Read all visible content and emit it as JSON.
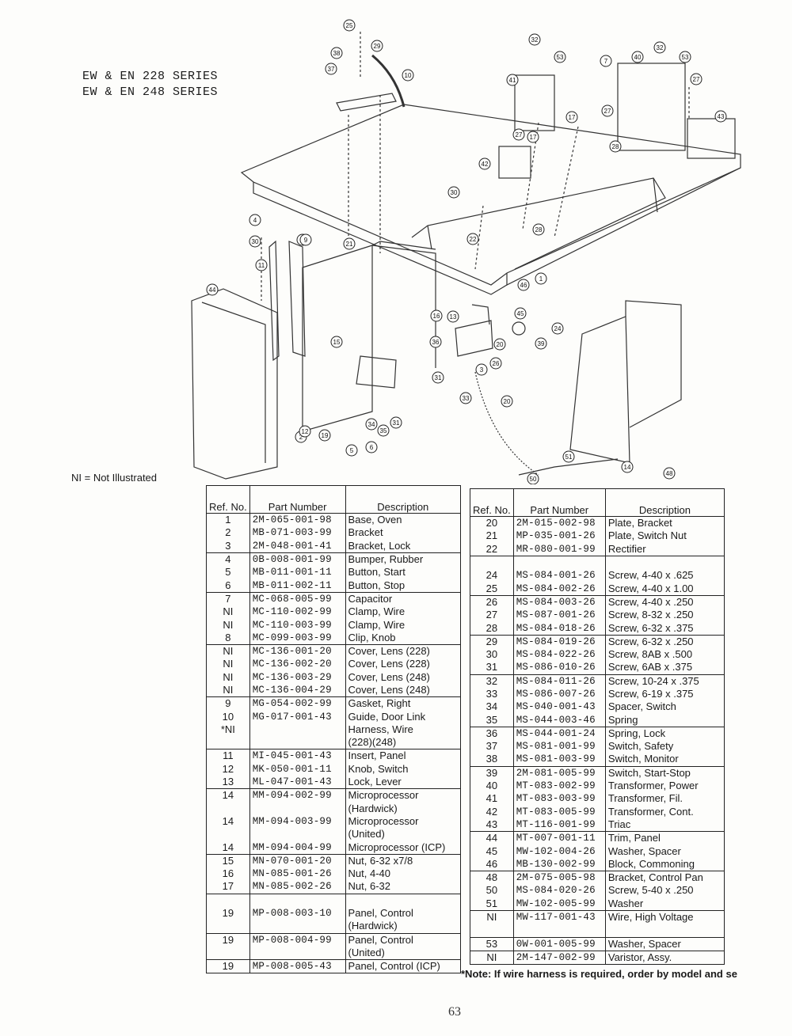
{
  "header": {
    "series_line_1": "EW & EN 228 SERIES",
    "series_line_2": "EW & EN 248 SERIES"
  },
  "ni_note": "NI = Not Illustrated",
  "table_headers": {
    "ref": "Ref. No.",
    "part_number": "Part Number",
    "description": "Description"
  },
  "callouts": [
    "1",
    "2",
    "3",
    "4",
    "5",
    "6",
    "7",
    "8",
    "9",
    "10",
    "11",
    "12",
    "13",
    "14",
    "15",
    "16",
    "17",
    "19",
    "20",
    "21",
    "22",
    "24",
    "25",
    "26",
    "27",
    "28",
    "29",
    "30",
    "31",
    "32",
    "33",
    "34",
    "35",
    "36",
    "37",
    "38",
    "39",
    "40",
    "41",
    "42",
    "43",
    "44",
    "45",
    "46",
    "48",
    "50",
    "51",
    "53"
  ],
  "parts_left": [
    {
      "ref": "1",
      "pn": "2M-065-001-98",
      "desc": "Base, Oven",
      "grp": true
    },
    {
      "ref": "2",
      "pn": "MB-071-003-99",
      "desc": "Bracket"
    },
    {
      "ref": "3",
      "pn": "2M-048-001-41",
      "desc": "Bracket, Lock"
    },
    {
      "ref": "4",
      "pn": "0B-008-001-99",
      "desc": "Bumper, Rubber",
      "grp": true
    },
    {
      "ref": "5",
      "pn": "MB-011-001-11",
      "desc": "Button, Start"
    },
    {
      "ref": "6",
      "pn": "MB-011-002-11",
      "desc": "Button, Stop"
    },
    {
      "ref": "7",
      "pn": "MC-068-005-99",
      "desc": "Capacitor",
      "grp": true
    },
    {
      "ref": "NI",
      "pn": "MC-110-002-99",
      "desc": "Clamp, Wire"
    },
    {
      "ref": "NI",
      "pn": "MC-110-003-99",
      "desc": "Clamp, Wire"
    },
    {
      "ref": "8",
      "pn": "MC-099-003-99",
      "desc": "Clip, Knob"
    },
    {
      "ref": "NI",
      "pn": "MC-136-001-20",
      "desc": "Cover, Lens (228)",
      "grp": true
    },
    {
      "ref": "NI",
      "pn": "MC-136-002-20",
      "desc": "Cover, Lens (228)"
    },
    {
      "ref": "NI",
      "pn": "MC-136-003-29",
      "desc": "Cover, Lens (248)"
    },
    {
      "ref": "NI",
      "pn": "MC-136-004-29",
      "desc": "Cover, Lens (248)"
    },
    {
      "ref": "9",
      "pn": "MG-054-002-99",
      "desc": "Gasket, Right",
      "grp": true
    },
    {
      "ref": "10",
      "pn": "MG-017-001-43",
      "desc": "Guide, Door Link"
    },
    {
      "ref": "*NI",
      "pn": "",
      "desc": "Harness, Wire"
    },
    {
      "ref": "",
      "pn": "",
      "desc": "(228)(248)"
    },
    {
      "ref": "11",
      "pn": "MI-045-001-43",
      "desc": "Insert, Panel",
      "grp": true
    },
    {
      "ref": "12",
      "pn": "MK-050-001-11",
      "desc": "Knob, Switch"
    },
    {
      "ref": "13",
      "pn": "ML-047-001-43",
      "desc": "Lock, Lever"
    },
    {
      "ref": "14",
      "pn": "MM-094-002-99",
      "desc": "Microprocessor",
      "grp": true
    },
    {
      "ref": "",
      "pn": "",
      "desc": "(Hardwick)"
    },
    {
      "ref": "14",
      "pn": "MM-094-003-99",
      "desc": "Microprocessor"
    },
    {
      "ref": "",
      "pn": "",
      "desc": "(United)"
    },
    {
      "ref": "14",
      "pn": "MM-094-004-99",
      "desc": "Microprocessor (ICP)"
    },
    {
      "ref": "15",
      "pn": "MN-070-001-20",
      "desc": "Nut, 6-32 x7/8",
      "grp": true
    },
    {
      "ref": "16",
      "pn": "MN-085-001-26",
      "desc": "Nut, 4-40"
    },
    {
      "ref": "17",
      "pn": "MN-085-002-26",
      "desc": "Nut, 6-32"
    },
    {
      "ref": "",
      "pn": "",
      "desc": "",
      "grp": true
    },
    {
      "ref": "19",
      "pn": "MP-008-003-10",
      "desc": "Panel, Control"
    },
    {
      "ref": "",
      "pn": "",
      "desc": "(Hardwick)"
    },
    {
      "ref": "19",
      "pn": "MP-008-004-99",
      "desc": "Panel, Control",
      "grp": true
    },
    {
      "ref": "",
      "pn": "",
      "desc": "(United)"
    },
    {
      "ref": "19",
      "pn": "MP-008-005-43",
      "desc": "Panel, Control (ICP)",
      "grp": true
    }
  ],
  "parts_right": [
    {
      "ref": "20",
      "pn": "2M-015-002-98",
      "desc": "Plate, Bracket",
      "grp": true
    },
    {
      "ref": "21",
      "pn": "MP-035-001-26",
      "desc": "Plate, Switch Nut"
    },
    {
      "ref": "22",
      "pn": "MR-080-001-99",
      "desc": "Rectifier"
    },
    {
      "ref": "",
      "pn": "",
      "desc": "",
      "grp": true
    },
    {
      "ref": "24",
      "pn": "MS-084-001-26",
      "desc": "Screw, 4-40 x .625"
    },
    {
      "ref": "25",
      "pn": "MS-084-002-26",
      "desc": "Screw, 4-40 x 1.00"
    },
    {
      "ref": "26",
      "pn": "MS-084-003-26",
      "desc": "Screw, 4-40 x .250",
      "grp": true
    },
    {
      "ref": "27",
      "pn": "MS-087-001-26",
      "desc": "Screw, 8-32 x .250"
    },
    {
      "ref": "28",
      "pn": "MS-084-018-26",
      "desc": "Screw, 6-32 x .375"
    },
    {
      "ref": "29",
      "pn": "MS-084-019-26",
      "desc": "Screw, 6-32 x .250",
      "grp": true
    },
    {
      "ref": "30",
      "pn": "MS-084-022-26",
      "desc": "Screw, 8AB x .500"
    },
    {
      "ref": "31",
      "pn": "MS-086-010-26",
      "desc": "Screw, 6AB x .375"
    },
    {
      "ref": "32",
      "pn": "MS-084-011-26",
      "desc": "Screw, 10-24 x .375",
      "grp": true
    },
    {
      "ref": "33",
      "pn": "MS-086-007-26",
      "desc": "Screw, 6-19 x .375"
    },
    {
      "ref": "34",
      "pn": "MS-040-001-43",
      "desc": "Spacer, Switch"
    },
    {
      "ref": "35",
      "pn": "MS-044-003-46",
      "desc": "Spring"
    },
    {
      "ref": "36",
      "pn": "MS-044-001-24",
      "desc": "Spring, Lock",
      "grp": true
    },
    {
      "ref": "37",
      "pn": "MS-081-001-99",
      "desc": "Switch, Safety"
    },
    {
      "ref": "38",
      "pn": "MS-081-003-99",
      "desc": "Switch, Monitor"
    },
    {
      "ref": "39",
      "pn": "2M-081-005-99",
      "desc": "Switch, Start-Stop",
      "grp": true
    },
    {
      "ref": "40",
      "pn": "MT-083-002-99",
      "desc": "Transformer, Power"
    },
    {
      "ref": "41",
      "pn": "MT-083-003-99",
      "desc": "Transformer, Fil."
    },
    {
      "ref": "42",
      "pn": "MT-083-005-99",
      "desc": "Transformer, Cont."
    },
    {
      "ref": "43",
      "pn": "MT-116-001-99",
      "desc": "Triac"
    },
    {
      "ref": "44",
      "pn": "MT-007-001-11",
      "desc": "Trim, Panel",
      "grp": true
    },
    {
      "ref": "45",
      "pn": "MW-102-004-26",
      "desc": "Washer, Spacer"
    },
    {
      "ref": "46",
      "pn": "MB-130-002-99",
      "desc": "Block, Commoning"
    },
    {
      "ref": "48",
      "pn": "2M-075-005-98",
      "desc": "Bracket, Control Pan",
      "grp": true
    },
    {
      "ref": "50",
      "pn": "MS-084-020-26",
      "desc": "Screw, 5-40 x .250"
    },
    {
      "ref": "51",
      "pn": "MW-102-005-99",
      "desc": "Washer"
    },
    {
      "ref": "NI",
      "pn": "MW-117-001-43",
      "desc": "Wire, High Voltage",
      "grp": true
    },
    {
      "ref": "",
      "pn": "",
      "desc": ""
    },
    {
      "ref": "53",
      "pn": "0W-001-005-99",
      "desc": "Washer, Spacer",
      "grp": true
    },
    {
      "ref": "NI",
      "pn": "2M-147-002-99",
      "desc": "Varistor, Assy.",
      "grp": true
    }
  ],
  "footnote": "*Note:  If wire harness is required, order by model and se",
  "page_number": "63"
}
